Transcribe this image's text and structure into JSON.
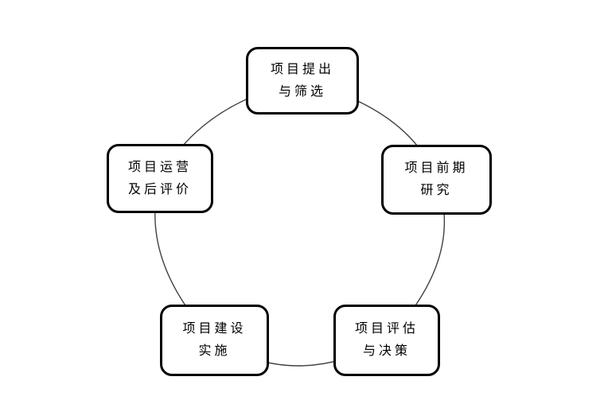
{
  "diagram": {
    "type": "cycle",
    "description": "Project lifecycle cycle diagram with five stages connected by a closed curve",
    "nodes": [
      {
        "id": "proposal",
        "position": "top",
        "line1": "项目提出",
        "line2": "与筛选"
      },
      {
        "id": "research",
        "position": "right",
        "line1": "项目前期",
        "line2": "研究"
      },
      {
        "id": "evaluation",
        "position": "bottom-right",
        "line1": "项目评估",
        "line2": "与决策"
      },
      {
        "id": "build",
        "position": "bottom-left",
        "line1": "项目建设",
        "line2": "实施"
      },
      {
        "id": "operation",
        "position": "left",
        "line1": "项目运营",
        "line2": "及后评价"
      }
    ],
    "colors": {
      "background": "#ffffff",
      "node_fill": "#ffffff",
      "node_border": "#000000",
      "curve": "#404040",
      "text": "#000000"
    }
  }
}
